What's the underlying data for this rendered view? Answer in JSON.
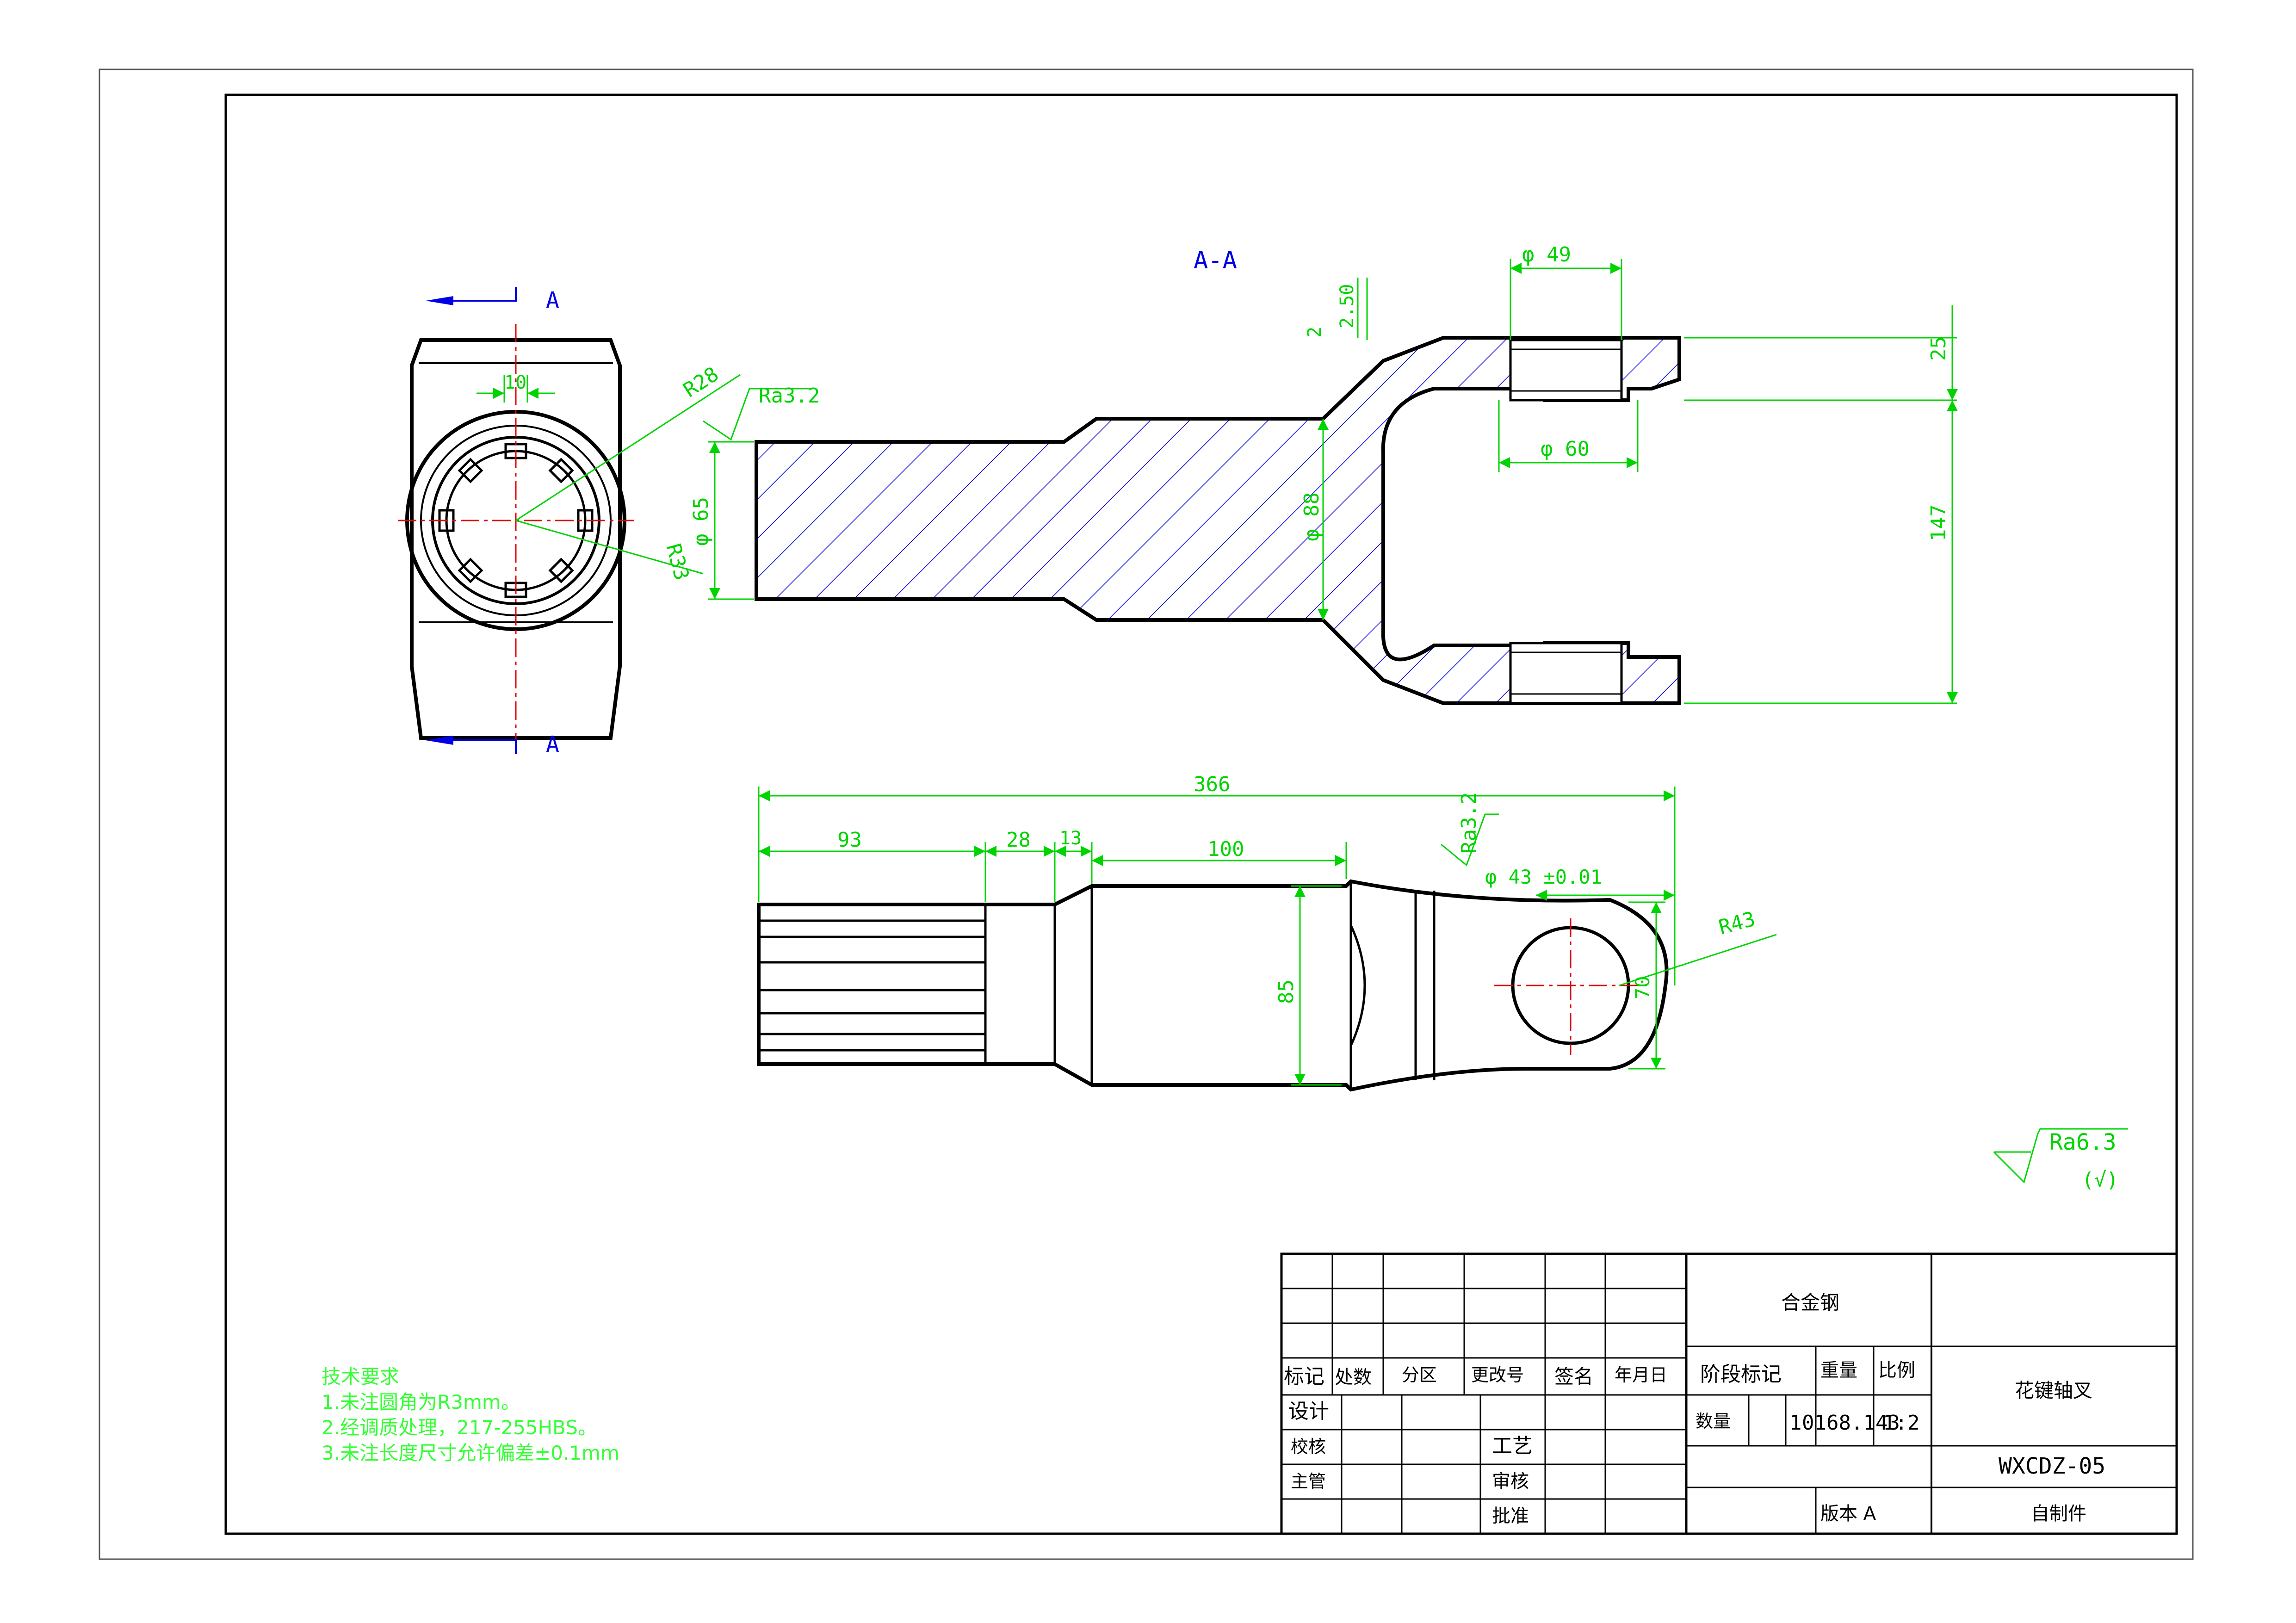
{
  "colors": {
    "outline": "#000000",
    "dimension": "#00d400",
    "centerline": "#e00000",
    "section_arrow": "#0000e6",
    "hatch": "#0000e6",
    "note_text": "#33ff33",
    "title_text": "#000000"
  },
  "section": {
    "title": "A-A",
    "marker_top": "A",
    "marker_bottom": "A"
  },
  "dimensions": {
    "end_view": {
      "width": "10",
      "outer_radius": "R28",
      "inner_radius": "R33",
      "roughness": "Ra3.2"
    },
    "section_view": {
      "dia_shaft": "φ 65",
      "dia_body": "φ 88",
      "bore_top": "φ 49",
      "bore_inner": "φ 60",
      "thickness_top": "2.50",
      "step": "2",
      "ear": "25",
      "fork_height": "147"
    },
    "side_view": {
      "overall": "366",
      "spline": "93",
      "neck": "28",
      "step": "13",
      "body": "100",
      "hole": "φ 43 ±0.01",
      "ear_radius": "R43",
      "ear_width": "70",
      "body_height": "85",
      "roughness": "Ra3.2"
    }
  },
  "surface": {
    "general": "Ra6.3",
    "other": "(√)"
  },
  "notes": {
    "heading": "技术要求",
    "items": [
      "1.未注圆角为R3mm。",
      "2.经调质处理，217-255HBS。",
      "3.未注长度尺寸允许偏差±0.1mm"
    ]
  },
  "title_block": {
    "material": "合金钢",
    "part_name": "花键轴叉",
    "drawing_no": "WXCDZ-05",
    "source": "自制件",
    "revision_headers": [
      "标记",
      "处数",
      "分区",
      "更改号",
      "签名",
      "年月日"
    ],
    "roles": [
      "设计",
      "校核",
      "主管"
    ],
    "approvals": [
      "工艺",
      "审核",
      "批准"
    ],
    "stage_label": "阶段标记",
    "weight_label": "重量",
    "scale_label": "比例",
    "qty_label": "数量",
    "qty_value": "1",
    "weight_value": "0168.143",
    "scale_value": "1:2",
    "version": "版本 A"
  }
}
